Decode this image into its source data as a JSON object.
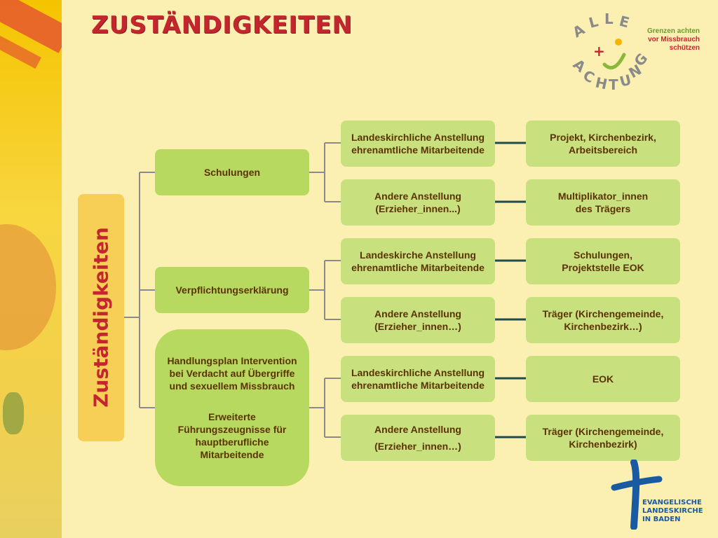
{
  "title": "Zuständigkeiten",
  "root_label": "Zuständigkeiten",
  "level1": [
    {
      "label": "Schulungen"
    },
    {
      "label": "Verpflichtungserklärung"
    },
    {
      "label_a": "Handlungsplan Intervention bei  Verdacht auf Übergriffe und sexuellem Missbrauch",
      "label_b": "Erweiterte Führungszeugnisse für hauptberufliche Mitarbeitende"
    }
  ],
  "level2": [
    {
      "line1": "Landeskirchliche Anstellung",
      "line2": "ehrenamtliche Mitarbeitende"
    },
    {
      "line1": "Andere Anstellung",
      "line2": "(Erzieher_innen...)"
    },
    {
      "line1": "Landeskirche Anstellung",
      "line2": "ehrenamtliche Mitarbeitende"
    },
    {
      "line1": "Andere Anstellung",
      "line2": "(Erzieher_innen…)"
    },
    {
      "line1": "Landeskirchliche Anstellung",
      "line2": "ehrenamtliche Mitarbeitende"
    },
    {
      "line1": "Andere Anstellung",
      "line2": "(Erzieher_innen…)"
    }
  ],
  "level3": [
    {
      "line1": "Projekt, Kirchenbezirk,",
      "line2": "Arbeitsbereich"
    },
    {
      "line1": "Multiplikator_innen",
      "line2": "des Trägers"
    },
    {
      "line1": "Schulungen,",
      "line2": "Projektstelle EOK"
    },
    {
      "line1": "Träger (Kirchengemeinde,",
      "line2": "Kirchenbezirk…)"
    },
    {
      "line1": "EOK",
      "line2": ""
    },
    {
      "line1": "Träger (Kirchengemeinde,",
      "line2": "Kirchenbezirk)"
    }
  ],
  "logo": {
    "ring_text": "ALLE ACHTUNG",
    "tag1": "Grenzen achten",
    "tag2": "vor Missbrauch",
    "tag3": "schützen",
    "green": "#6a9a2a",
    "red": "#c4262e"
  },
  "footer_logo": {
    "line1": "EVANGELISCHE",
    "line2": "LANDESKIRCHE",
    "line3": "IN BADEN",
    "color": "#1a5aa0"
  },
  "colors": {
    "background": "#fbf0b2",
    "box_green": "#c5de78",
    "root_box": "#f7cf57",
    "title_red": "#c4262e",
    "text_brown": "#5a3300",
    "connector_gray": "#8a8a8a",
    "connector_teal": "#1f4a4a"
  }
}
